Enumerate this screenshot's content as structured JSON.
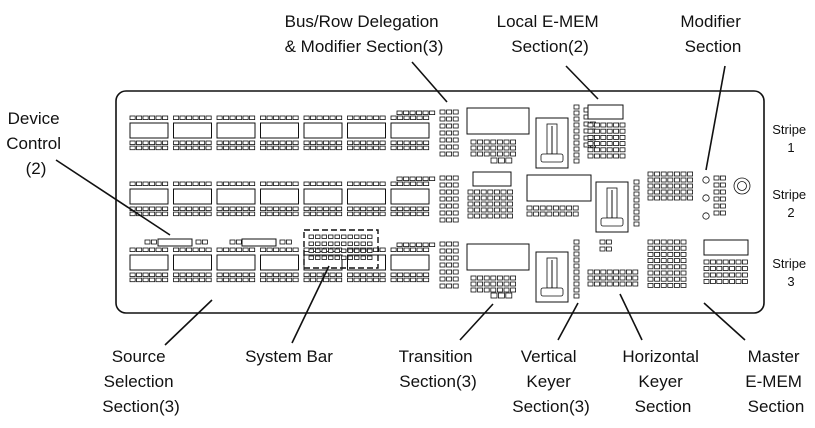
{
  "labels": {
    "bus_row": [
      "Bus/Row Delegation",
      "& Modifier Section(3)"
    ],
    "local_emem": [
      "Local E-MEM",
      "Section(2)"
    ],
    "modifier": [
      "Modifier",
      "Section"
    ],
    "device_control": [
      "Device",
      "Control",
      "(2)"
    ],
    "source_selection": [
      "Source",
      "Selection",
      "Section(3)"
    ],
    "system_bar": [
      "System Bar"
    ],
    "transition": [
      "Transition",
      "Section(3)"
    ],
    "vertical_keyer": [
      "Vertical",
      "Keyer",
      "Section(3)"
    ],
    "horizontal_keyer": [
      "Horizontal",
      "Keyer",
      "Section"
    ],
    "master_emem": [
      "Master",
      "E-MEM",
      "Section"
    ]
  },
  "stripes": [
    {
      "name": "Stripe",
      "num": "1"
    },
    {
      "name": "Stripe",
      "num": "2"
    },
    {
      "name": "Stripe",
      "num": "3"
    }
  ]
}
